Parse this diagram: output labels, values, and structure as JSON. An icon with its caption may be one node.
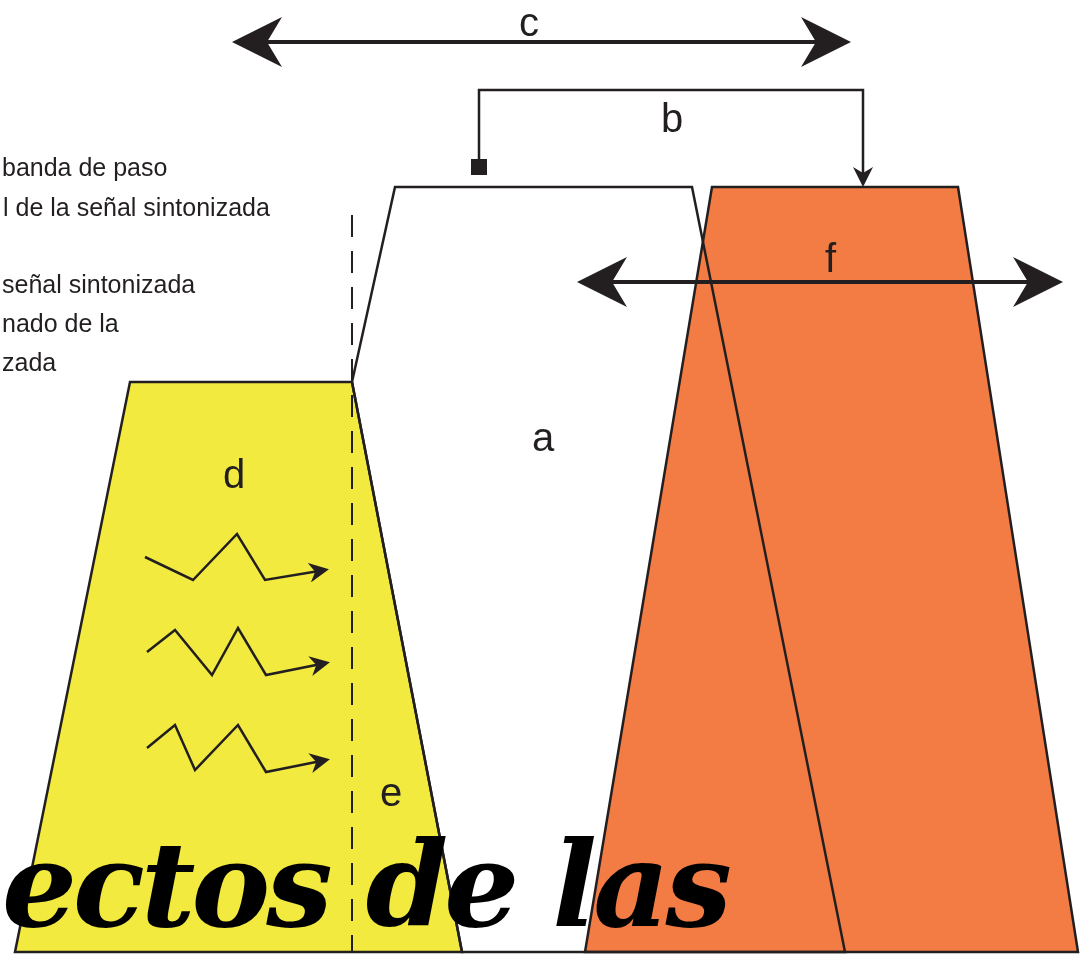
{
  "diagram": {
    "nodes": [
      {
        "text": [
          "d"
        ]
      },
      {
        "text": [
          "a"
        ]
      },
      {
        "text": [],
        "shape": "trapezoid"
      }
    ],
    "edges": [
      {
        "from": 1,
        "to": 2,
        "arrow": "to",
        "label": "b"
      }
    ],
    "labels": [
      "c",
      "banda de paso",
      "l de la señal sintonizada",
      "f",
      "señal sintonizada",
      "nado de la",
      "zada",
      "e",
      "ectos de las"
    ]
  }
}
